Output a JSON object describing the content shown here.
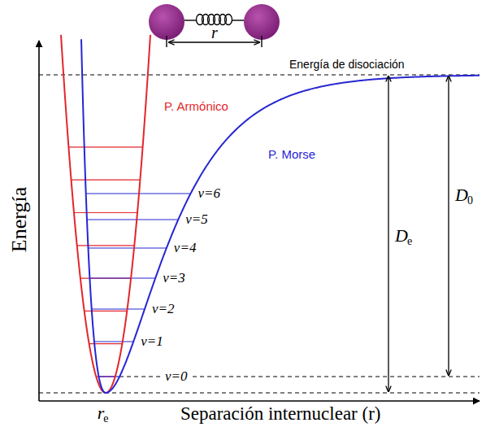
{
  "diagram": {
    "labels": [
      "r",
      "Energía de disociación",
      "P. Armónico",
      "P. Morse",
      "v=6",
      "v=5",
      "v=4",
      "v=3",
      "v=2",
      "v=1",
      "v=0",
      "Energía",
      "D",
      "e",
      "D",
      "0",
      "r",
      "e",
      "Separación internuclear (r)"
    ]
  }
}
